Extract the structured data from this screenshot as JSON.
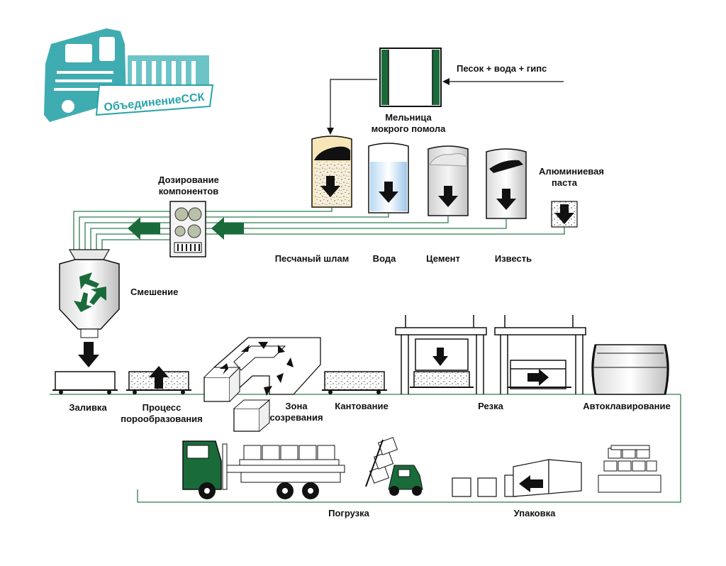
{
  "logo": {
    "text": "ОбъединениеССК"
  },
  "colors": {
    "green_dark": "#1a6b3a",
    "green_line": "#2e7d4f",
    "teal": "#2aa3a8",
    "black": "#111111"
  },
  "labels": {
    "input": "Песок + вода + гипс",
    "mill_l1": "Мельница",
    "mill_l2": "мокрого помола",
    "dosing_l1": "Дозирование",
    "dosing_l2": "компонентов",
    "aluminum_l1": "Алюминиевая",
    "aluminum_l2": "паста",
    "sand_slurry": "Песчаный шлам",
    "water": "Вода",
    "cement": "Цемент",
    "lime": "Известь",
    "mixing": "Смешение",
    "pouring": "Заливка",
    "foaming_l1": "Процесс",
    "foaming_l2": "порообразования",
    "maturing_l1": "Зона",
    "maturing_l2": "созревания",
    "tilting": "Кантование",
    "cutting": "Резка",
    "autoclave": "Автоклавирование",
    "loading": "Погрузка",
    "packing": "Упаковка"
  }
}
